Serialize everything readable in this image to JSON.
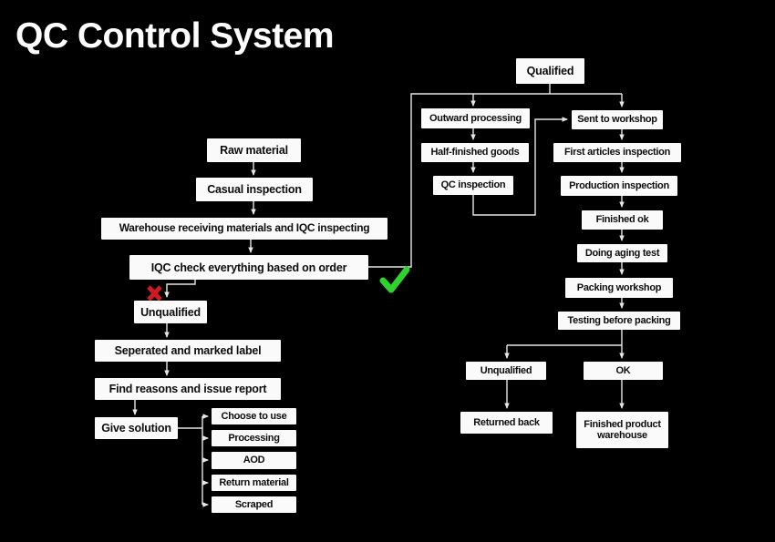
{
  "header": {
    "title": "QC Control System"
  },
  "colors": {
    "background": "#000000",
    "node_fill": "#fafafa",
    "node_text": "#0d0d0d",
    "connector": "#e6e6e6",
    "check_green": "#2fd32f",
    "cross_red": "#d01a22"
  },
  "flowchart": {
    "nodes": {
      "raw_material": {
        "label": "Raw material"
      },
      "casual_inspection": {
        "label": "Casual inspection"
      },
      "warehouse_iqc": {
        "label": "Warehouse receiving materials and IQC inspecting"
      },
      "iqc_check": {
        "label": "IQC check everything based on order"
      },
      "unqualified_left": {
        "label": "Unqualified"
      },
      "seperated_label": {
        "label": "Seperated and marked label"
      },
      "find_reasons": {
        "label": "Find reasons and issue report"
      },
      "give_solution": {
        "label": "Give solution"
      },
      "choose_to_use": {
        "label": "Choose to use"
      },
      "processing": {
        "label": "Processing"
      },
      "aod": {
        "label": "AOD"
      },
      "return_material": {
        "label": "Return material"
      },
      "scraped": {
        "label": "Scraped"
      },
      "qualified": {
        "label": "Qualified"
      },
      "outward_processing": {
        "label": "Outward processing"
      },
      "half_finished_goods": {
        "label": "Half-finished goods"
      },
      "qc_inspection": {
        "label": "QC inspection"
      },
      "sent_to_workshop": {
        "label": "Sent to workshop"
      },
      "first_articles_inspection": {
        "label": "First articles inspection"
      },
      "production_inspection": {
        "label": "Production inspection"
      },
      "finished_ok": {
        "label": "Finished ok"
      },
      "doing_aging_test": {
        "label": "Doing aging test"
      },
      "packing_workshop": {
        "label": "Packing workshop"
      },
      "testing_before_packing": {
        "label": "Testing before packing"
      },
      "unqualified_right": {
        "label": "Unqualified"
      },
      "ok": {
        "label": "OK"
      },
      "returned_back": {
        "label": "Returned back"
      },
      "finished_product_warehouse": {
        "label": "Finished product warehouse"
      }
    },
    "icons": {
      "check_icon": {
        "name": "check-icon",
        "color": "#2fd32f"
      },
      "cross_icon": {
        "name": "cross-icon",
        "color": "#d01a22"
      }
    },
    "edges": [
      {
        "from": "raw_material",
        "to": "casual_inspection"
      },
      {
        "from": "casual_inspection",
        "to": "warehouse_iqc"
      },
      {
        "from": "warehouse_iqc",
        "to": "iqc_check"
      },
      {
        "from": "iqc_check",
        "to": "unqualified_left",
        "mark": "cross"
      },
      {
        "from": "iqc_check",
        "to": "qualified",
        "mark": "check"
      },
      {
        "from": "unqualified_left",
        "to": "seperated_label"
      },
      {
        "from": "seperated_label",
        "to": "find_reasons"
      },
      {
        "from": "find_reasons",
        "to": "give_solution"
      },
      {
        "from": "give_solution",
        "to": "choose_to_use"
      },
      {
        "from": "give_solution",
        "to": "processing"
      },
      {
        "from": "give_solution",
        "to": "aod"
      },
      {
        "from": "give_solution",
        "to": "return_material"
      },
      {
        "from": "give_solution",
        "to": "scraped"
      },
      {
        "from": "qualified",
        "to": "outward_processing"
      },
      {
        "from": "qualified",
        "to": "sent_to_workshop"
      },
      {
        "from": "outward_processing",
        "to": "half_finished_goods"
      },
      {
        "from": "half_finished_goods",
        "to": "qc_inspection"
      },
      {
        "from": "qc_inspection",
        "to": "sent_to_workshop"
      },
      {
        "from": "sent_to_workshop",
        "to": "first_articles_inspection"
      },
      {
        "from": "first_articles_inspection",
        "to": "production_inspection"
      },
      {
        "from": "production_inspection",
        "to": "finished_ok"
      },
      {
        "from": "finished_ok",
        "to": "doing_aging_test"
      },
      {
        "from": "doing_aging_test",
        "to": "packing_workshop"
      },
      {
        "from": "packing_workshop",
        "to": "testing_before_packing"
      },
      {
        "from": "testing_before_packing",
        "to": "unqualified_right"
      },
      {
        "from": "testing_before_packing",
        "to": "ok"
      },
      {
        "from": "unqualified_right",
        "to": "returned_back"
      },
      {
        "from": "ok",
        "to": "finished_product_warehouse"
      }
    ]
  }
}
